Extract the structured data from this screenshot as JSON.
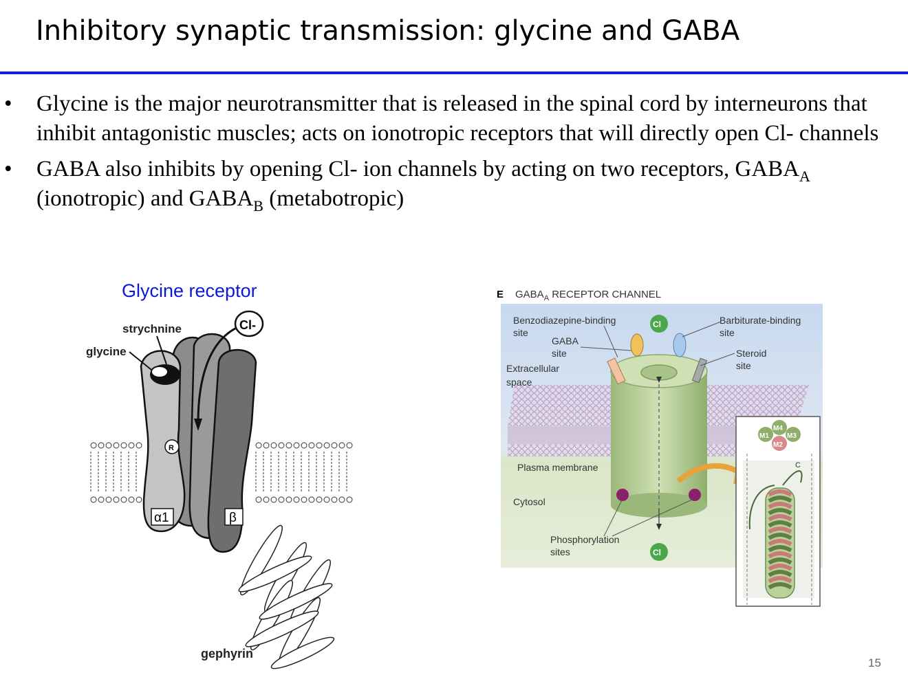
{
  "slide": {
    "title": "Inhibitory synaptic transmission: glycine and GABA",
    "page_number": "15"
  },
  "bullets": [
    {
      "marker": "•",
      "text": "Glycine is the major neurotransmitter that is released in the spinal cord by interneurons that inhibit antagonistic muscles; acts on ionotropic receptors that will directly open Cl- channels"
    },
    {
      "marker": "•",
      "parts": {
        "a": "GABA also inhibits by opening Cl- ion channels by acting on two receptors, GABA",
        "sub_a": "A",
        "b": " (ionotropic) and GABA",
        "sub_b": "B",
        "c": " (metabotropic)"
      }
    }
  ],
  "glycine_figure": {
    "caption": "Glycine receptor",
    "labels": {
      "strychnine": "strychnine",
      "chloride": "Cl-",
      "glycine": "glycine",
      "r": "R",
      "alpha1": "α1",
      "beta": "β",
      "gephyrin": "gephyrin"
    },
    "colors": {
      "caption": "#0a19d6",
      "alpha": "#c4c4c4",
      "mid": "#8c8c8c",
      "beta": "#6e6e6e"
    }
  },
  "gaba_figure": {
    "panel_letter": "E",
    "title_a": "GABA",
    "title_sub": "A",
    "title_b": " RECEPTOR CHANNEL",
    "labels": {
      "benzo_1": "Benzodiazepine-binding",
      "benzo_2": "site",
      "gaba_1": "GABA",
      "gaba_2": "site",
      "extra_1": "Extracellular",
      "extra_2": "space",
      "barb_1": "Barbiturate-binding",
      "barb_2": "site",
      "steroid_1": "Steroid",
      "steroid_2": "site",
      "membrane": "Plasma membrane",
      "cytosol": "Cytosol",
      "phos_1": "Phosphorylation",
      "phos_2": "sites",
      "cl_top": "Cl",
      "cl_bottom": "Cl",
      "m1": "M1",
      "m2": "M2",
      "m3": "M3",
      "m4": "M4",
      "c_term": "C"
    },
    "colors": {
      "cylinder": "#b9d29a",
      "chloride": "#4aa84a",
      "background_top": "#c7d8ef",
      "background_bottom": "#dbe6c8"
    }
  }
}
